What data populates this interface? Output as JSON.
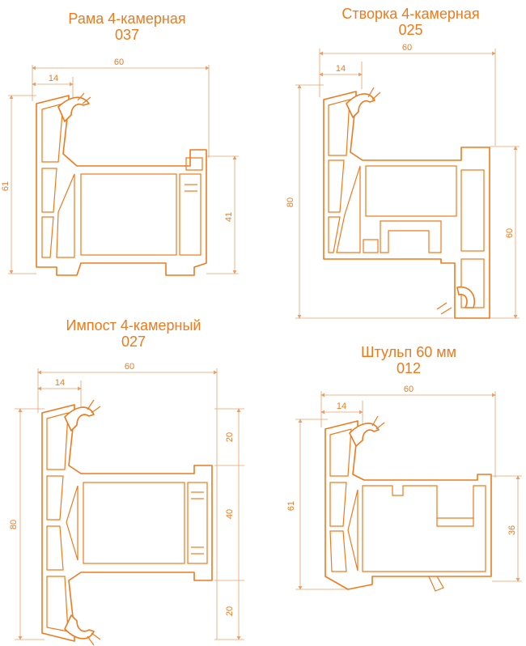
{
  "diagrams": [
    {
      "name": "Рама 4-камерная",
      "code": "037",
      "dims": {
        "width": "60",
        "top": "14",
        "height": "61",
        "right": "41"
      }
    },
    {
      "name": "Створка 4-камерная",
      "code": "025",
      "dims": {
        "width": "60",
        "top": "14",
        "height": "80",
        "right": "60"
      }
    },
    {
      "name": "Импост 4-камерный",
      "code": "027",
      "dims": {
        "width": "60",
        "top": "14",
        "height": "80",
        "right_top": "20",
        "right_mid": "40",
        "right_bot": "20"
      }
    },
    {
      "name": "Штульп 60 мм",
      "code": "012",
      "dims": {
        "width": "60",
        "top": "14",
        "height": "61",
        "right": "36"
      }
    }
  ],
  "colors": {
    "accent": "#ee7a1c",
    "dimension_line": "#e6a06a"
  }
}
